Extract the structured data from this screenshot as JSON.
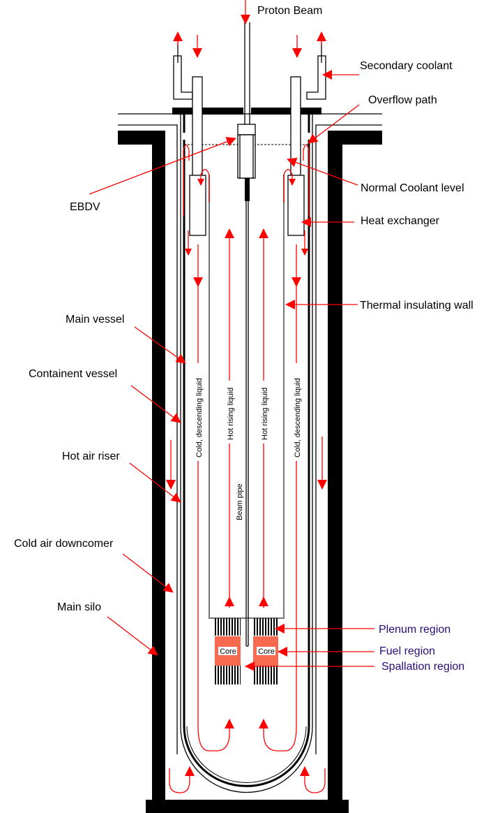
{
  "title": "Proton Beam",
  "colors": {
    "arrow": "#ff0000",
    "core": "#f86a50",
    "structure": "#000000",
    "insulating_wall": "#777777",
    "region_label": "#2a0a7a"
  },
  "labels": {
    "proton_beam": "Proton Beam",
    "secondary_coolant": "Secondary coolant",
    "overflow_path": "Overflow path",
    "ebdv": "EBDV",
    "normal_coolant_level": "Normal Coolant level",
    "heat_exchanger": "Heat exchanger",
    "thermal_insulating_wall": "Thermal insulating wall",
    "main_vessel": "Main vessel",
    "containment_vessel": "Containent vessel",
    "hot_air_riser": "Hot air riser",
    "cold_air_downcomer": "Cold air downcomer",
    "main_silo": "Main silo",
    "plenum_region": "Plenum region",
    "fuel_region": "Fuel region",
    "spallation_region": "Spallation region"
  },
  "vertical_labels": {
    "cold_left": "Cold, descending liquid",
    "hot_left": "Hot rising liquid",
    "beam_pipe": "Beam pipe",
    "hot_right": "Hot rising liquid",
    "cold_right": "Cold, descending liquid"
  },
  "core_labels": [
    "Core",
    "Core"
  ]
}
